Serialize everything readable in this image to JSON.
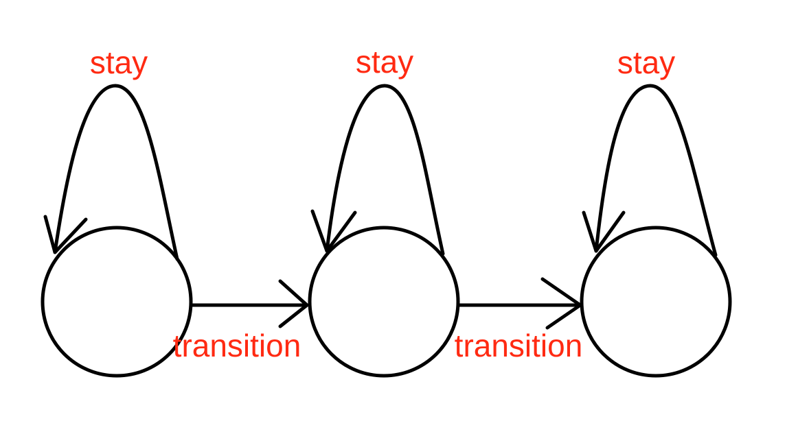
{
  "diagram": {
    "type": "state-diagram",
    "colors": {
      "stroke": "#000000",
      "label": "#ff2a12",
      "background": "#ffffff"
    },
    "states": [
      {
        "id": "state-1"
      },
      {
        "id": "state-2"
      },
      {
        "id": "state-3"
      }
    ],
    "self_loops": [
      {
        "state": "state-1",
        "label": "stay"
      },
      {
        "state": "state-2",
        "label": "stay"
      },
      {
        "state": "state-3",
        "label": "stay"
      }
    ],
    "transitions": [
      {
        "from": "state-1",
        "to": "state-2",
        "label": "transition"
      },
      {
        "from": "state-2",
        "to": "state-3",
        "label": "transition"
      }
    ]
  }
}
